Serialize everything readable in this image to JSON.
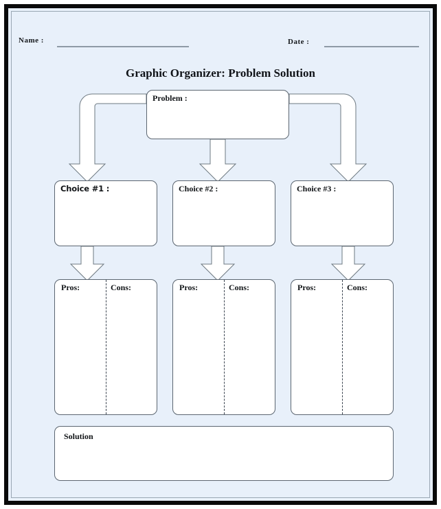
{
  "document": {
    "title": "Graphic Organizer: Problem Solution",
    "background_color": "#e8f0fa",
    "frame_color": "#0a0a0a",
    "box_border_color": "#5b6570",
    "box_fill_color": "#ffffff",
    "arrow_fill_color": "#ffffff",
    "arrow_stroke_color": "#6d7880"
  },
  "header": {
    "name_label": "Name :",
    "name_value": "",
    "date_label": "Date :",
    "date_value": ""
  },
  "problem": {
    "label": "Problem :",
    "value": ""
  },
  "choices": [
    {
      "label": "Choice #1 :",
      "value": "",
      "pros_label": "Pros:",
      "pros_value": "",
      "cons_label": "Cons:",
      "cons_value": ""
    },
    {
      "label": "Choice #2 :",
      "value": "",
      "pros_label": "Pros:",
      "pros_value": "",
      "cons_label": "Cons:",
      "cons_value": ""
    },
    {
      "label": "Choice #3 :",
      "value": "",
      "pros_label": "Pros:",
      "pros_value": "",
      "cons_label": "Cons:",
      "cons_value": ""
    }
  ],
  "solution": {
    "label": "Solution",
    "value": ""
  }
}
